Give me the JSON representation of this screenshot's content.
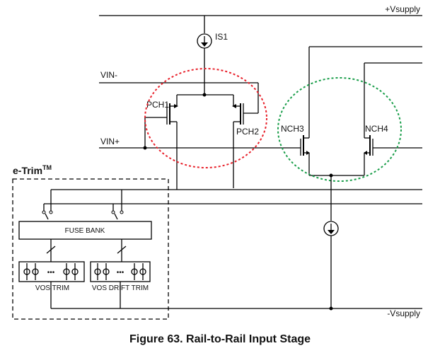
{
  "labels": {
    "vsupply_pos": "+Vsupply",
    "vsupply_neg": "-Vsupply",
    "is1": "IS1",
    "vin_minus": "VIN-",
    "vin_plus": "VIN+",
    "pch1": "PCH1",
    "pch2": "PCH2",
    "nch3": "NCH3",
    "nch4": "NCH4",
    "etrim": "e-Trim",
    "etrim_tm": "TM",
    "fuse_bank": "FUSE BANK",
    "vos_trim": "VOS TRIM",
    "vos_drift_trim": "VOS DRIFT TRIM",
    "trim_dots": "•••"
  },
  "caption": "Figure 63.  Rail-to-Rail Input Stage",
  "colors": {
    "pmos_outline": "#e8202a",
    "nmos_outline": "#1a9e4a",
    "wire": "#000000"
  }
}
